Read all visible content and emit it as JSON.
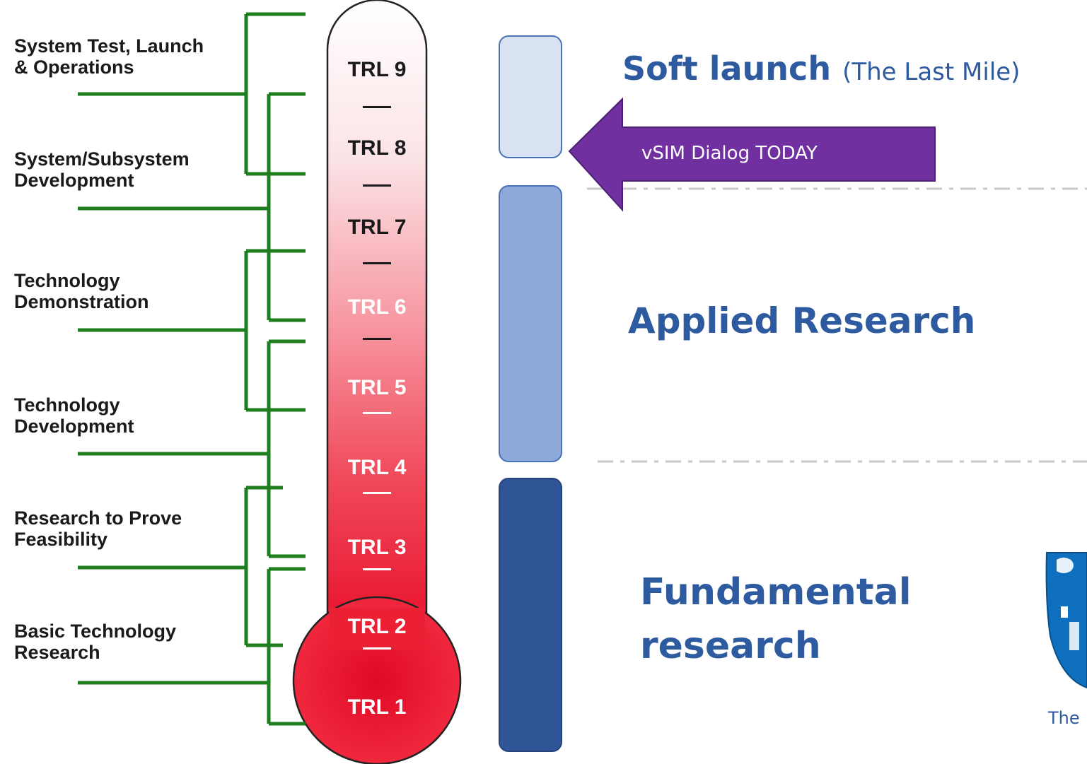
{
  "stages": [
    {
      "id": "system-test",
      "label": "System Test, Launch\n& Operations"
    },
    {
      "id": "system-subsystem",
      "label": "System/Subsystem\nDevelopment"
    },
    {
      "id": "tech-demo",
      "label": "Technology\nDemonstration"
    },
    {
      "id": "tech-dev",
      "label": "Technology\nDevelopment"
    },
    {
      "id": "research-feasibility",
      "label": "Research to Prove\nFeasibility"
    },
    {
      "id": "basic-research",
      "label": "Basic Technology\nResearch"
    }
  ],
  "trl_levels": [
    "TRL 9",
    "TRL 8",
    "TRL 7",
    "TRL 6",
    "TRL 5",
    "TRL 4",
    "TRL 3",
    "TRL 2",
    "TRL 1"
  ],
  "headings": {
    "soft_launch_bold": "Soft launch",
    "soft_launch_paren": "(The Last Mile)",
    "applied": "Applied Research",
    "fundamental_line1": "Fundamental",
    "fundamental_line2": "research"
  },
  "callout": {
    "text": "vSIM Dialog TODAY"
  },
  "logo": {
    "caption": "The"
  },
  "colors": {
    "connector_green": "#1e7d1e",
    "heading_blue": "#2e5aa0",
    "band_light": "#d9e2f1",
    "band_mid": "#8eaadb",
    "band_dark": "#2f5597",
    "callout_purple": "#7030a0",
    "thermo_red": "#e8102a"
  }
}
